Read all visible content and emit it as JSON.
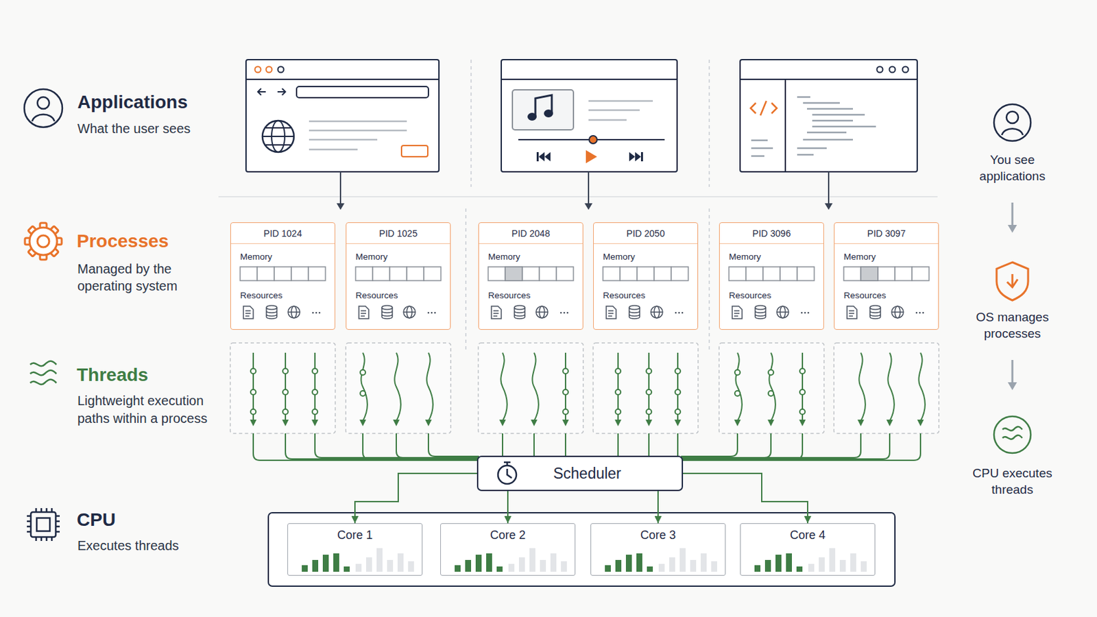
{
  "diagram": {
    "nodes": [
      {
        "text": [
          "PID 1024",
          "Memory",
          "Resources"
        ]
      },
      {
        "text": [
          "PID 1025",
          "Memory",
          "Resources"
        ]
      },
      {
        "text": [
          "PID 2048",
          "Memory",
          "Resources"
        ]
      },
      {
        "text": [
          "PID 2050",
          "Memory",
          "Resources"
        ]
      },
      {
        "text": [
          "PID 3096",
          "Memory",
          "Resources"
        ]
      },
      {
        "text": [
          "PID 3097",
          "Memory",
          "Resources"
        ]
      },
      {
        "text": [
          "Scheduler"
        ]
      },
      {
        "text": [
          "Core 1"
        ]
      },
      {
        "text": [
          "Core 2"
        ]
      },
      {
        "text": [
          "Core 3"
        ]
      },
      {
        "text": [
          "Core 4"
        ]
      }
    ],
    "edges": [
      {
        "from": 6,
        "to": 7,
        "arrow": "to"
      },
      {
        "from": 6,
        "to": 8,
        "arrow": "to"
      },
      {
        "from": 6,
        "to": 9,
        "arrow": "to"
      },
      {
        "from": 6,
        "to": 10,
        "arrow": "to"
      }
    ],
    "labels": [
      "Applications",
      "What the user sees",
      "Processes",
      "Managed by the operating system",
      "Threads",
      "Lightweight execution paths within a process",
      "CPU",
      "Executes threads",
      "You see applications",
      "OS manages processes",
      "CPU executes threads"
    ]
  }
}
